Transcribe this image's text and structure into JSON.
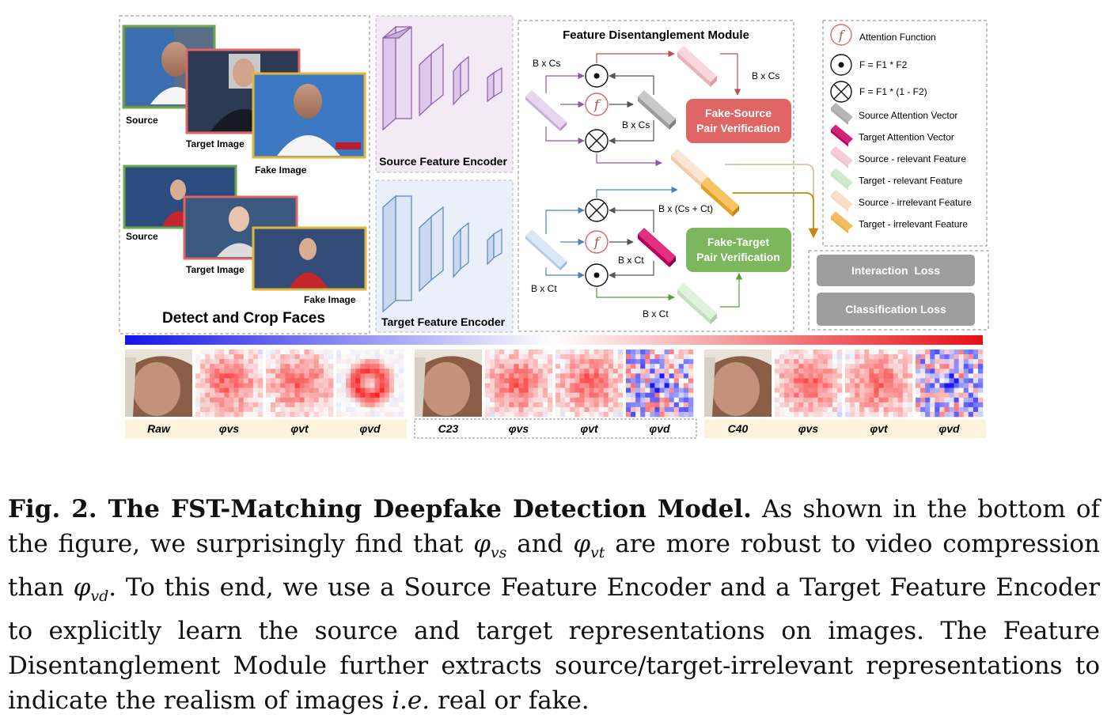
{
  "panel_detect": {
    "group1": {
      "source": "Source",
      "target": "Target Image",
      "fake": "Fake Image"
    },
    "group2": {
      "source": "Source",
      "target": "Target Image",
      "fake": "Fake Image"
    },
    "title": "Detect and Crop Faces"
  },
  "encoders": {
    "source": "Source Feature Encoder",
    "target": "Target Feature Encoder"
  },
  "fdm": {
    "title": "Feature Disentanglement Module",
    "labels": {
      "bxcs_in": "B x Cs",
      "bxcs_mid": "B x Cs",
      "bxcs_out": "B x Cs",
      "bxcsct": "B x (Cs + Ct)",
      "bxct_mid": "B x Ct",
      "bxct_in": "B x Ct",
      "bxct_out": "B x Ct"
    },
    "attention_symbol": "f",
    "fake_source_box": [
      "Fake-Source",
      "Pair Verification"
    ],
    "fake_target_box": [
      "Fake-Target",
      "Pair Verification"
    ]
  },
  "legend": {
    "attention": "Attention Function",
    "dot": "F = F1 * F2",
    "cross": "F = F1 * (1 - F2)",
    "items": [
      {
        "label": "Source Attention Vector",
        "color": "#a9a9a9"
      },
      {
        "label": "Target Attention Vector",
        "color": "#c3005e"
      },
      {
        "label": "Source - relevant Feature",
        "color": "#f2c4cc"
      },
      {
        "label": "Target - relevant Feature",
        "color": "#c9e5c7"
      },
      {
        "label": "Source - irrelevant Feature",
        "color": "#f6d9bf"
      },
      {
        "label": "Target - irrelevant Feature",
        "color": "#eeb345"
      }
    ]
  },
  "losses": {
    "interaction": "Interaction  Loss",
    "classification": "Classification Loss"
  },
  "heatmaps": {
    "groups": [
      {
        "labels": [
          "Raw",
          "φvs",
          "φvt",
          "φvd"
        ]
      },
      {
        "labels": [
          "C23",
          "φvs",
          "φvt",
          "φvd"
        ]
      },
      {
        "labels": [
          "C40",
          "φvs",
          "φvt",
          "φvd"
        ]
      }
    ]
  },
  "colors": {
    "fake_source": "#e06666",
    "fake_target": "#7cb65d",
    "loss_box": "#9e9e9e",
    "source_encoder_bg": "#f1e7f4",
    "target_encoder_bg": "#e8eff9",
    "source_feature": "#d4bde3",
    "target_feature": "#c9d8f0"
  },
  "caption": {
    "label": "Fig. 2. The FST-Matching Deepfake Detection Model.",
    "t1": " As shown in the bottom of the figure, we surprisingly find that ",
    "t2": " and ",
    "t3": " are more robust to video compression than ",
    "t4": ". To this end, we use a Source Feature Encoder and a Target Feature Encoder to explicitly learn the source and target representations on images. The Feature Disentanglement Module further extracts source/target-irrelevant representations to indicate the realism of images ",
    "ie": "i.e.",
    "t5": " real or fake.",
    "phi": "φ",
    "sub_s": "vs",
    "sub_t": "vt",
    "sub_d": "vd"
  }
}
